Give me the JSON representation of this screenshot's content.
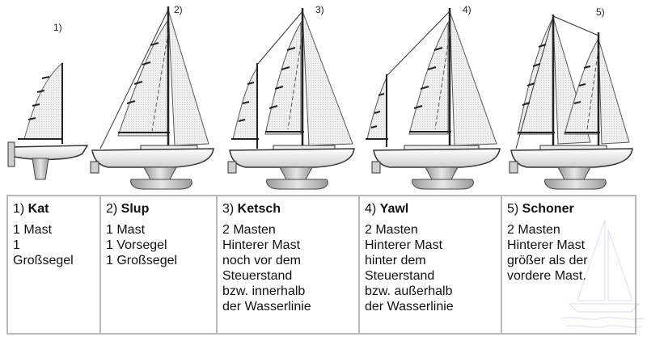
{
  "boats": [
    {
      "id": "kat",
      "marker": "1)"
    },
    {
      "id": "slup",
      "marker": "2)"
    },
    {
      "id": "ketsch",
      "marker": "3)"
    },
    {
      "id": "yawl",
      "marker": "4)"
    },
    {
      "id": "schoner",
      "marker": "5)"
    }
  ],
  "table": {
    "columns": [
      {
        "num": "1) ",
        "name": "Kat",
        "lines": [
          "1 Mast",
          "1",
          "Großsegel"
        ]
      },
      {
        "num": "2) ",
        "name": "Slup",
        "lines": [
          "1 Mast",
          "1 Vorsegel",
          "1 Großsegel"
        ]
      },
      {
        "num": "3) ",
        "name": "Ketsch",
        "lines": [
          "2 Masten",
          "Hinterer Mast",
          "noch vor dem",
          "Steuerstand",
          "bzw. innerhalb",
          "der Wasserlinie"
        ]
      },
      {
        "num": "4) ",
        "name": "Yawl",
        "lines": [
          "2 Masten",
          "Hinterer Mast",
          "hinter dem",
          "Steuerstand",
          "bzw. außerhalb",
          "der Wasserlinie"
        ]
      },
      {
        "num": "5) ",
        "name": "Schoner",
        "lines": [
          "2 Masten",
          "Hinterer Mast",
          "größer als der",
          "vordere Mast."
        ]
      }
    ]
  }
}
